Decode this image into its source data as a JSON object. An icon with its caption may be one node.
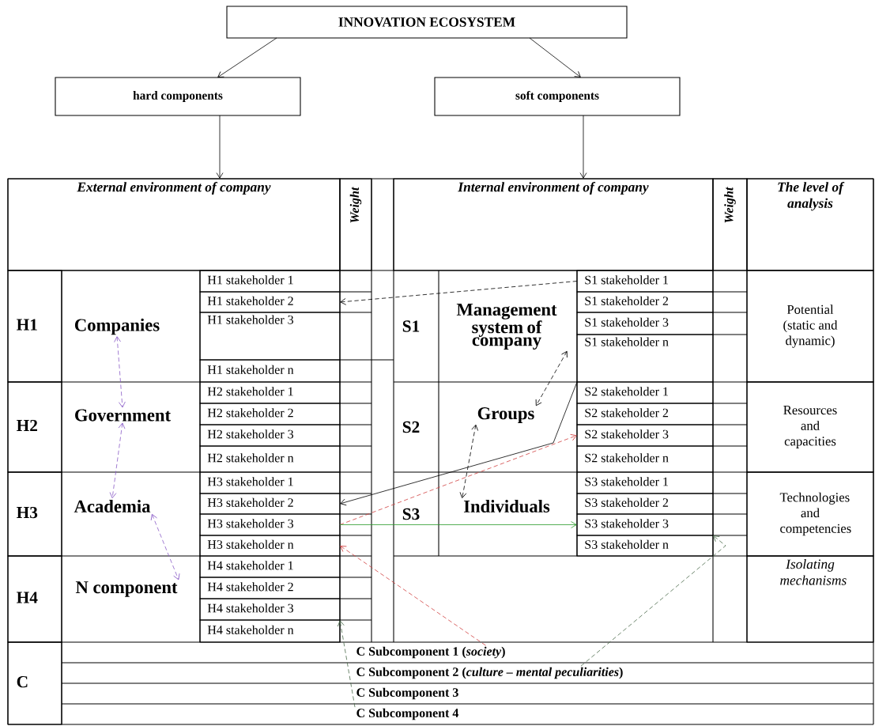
{
  "diagram": {
    "nodes": [
      {
        "text": [
          "INNOVATION ECOSYSTEM"
        ]
      },
      {
        "text": [
          "hard components"
        ]
      },
      {
        "text": [
          "soft components"
        ]
      },
      {
        "text": [
          "External environment of company"
        ]
      },
      {
        "text": [
          "Weight"
        ]
      },
      {
        "text": [
          "Internal environment of company"
        ]
      },
      {
        "text": [
          "Weight"
        ]
      },
      {
        "text": [
          "The level of analysis"
        ]
      },
      {
        "text": [
          "H1"
        ]
      },
      {
        "text": [
          "Companies"
        ]
      },
      {
        "text": [
          "H1 stakeholder 1"
        ]
      },
      {
        "text": [
          "H1 stakeholder 2"
        ]
      },
      {
        "text": [
          "H1 stakeholder 3"
        ]
      },
      {
        "text": [
          "H1 stakeholder n"
        ]
      },
      {
        "text": [
          "H2"
        ]
      },
      {
        "text": [
          "Government"
        ]
      },
      {
        "text": [
          "H2 stakeholder 1"
        ]
      },
      {
        "text": [
          "H2 stakeholder 2"
        ]
      },
      {
        "text": [
          "H2 stakeholder 3"
        ]
      },
      {
        "text": [
          "H2 stakeholder n"
        ]
      },
      {
        "text": [
          "H3"
        ]
      },
      {
        "text": [
          "Academia"
        ]
      },
      {
        "text": [
          "H3 stakeholder 1"
        ]
      },
      {
        "text": [
          "H3 stakeholder 2"
        ]
      },
      {
        "text": [
          "H3 stakeholder 3"
        ]
      },
      {
        "text": [
          "H3 stakeholder n"
        ]
      },
      {
        "text": [
          "H4"
        ]
      },
      {
        "text": [
          "N component"
        ]
      },
      {
        "text": [
          "H4 stakeholder 1"
        ]
      },
      {
        "text": [
          "H4 stakeholder 2"
        ]
      },
      {
        "text": [
          "H4 stakeholder 3"
        ]
      },
      {
        "text": [
          "H4 stakeholder n"
        ]
      },
      {
        "text": [
          "S1"
        ]
      },
      {
        "text": [
          "Management system of company"
        ]
      },
      {
        "text": [
          "S1 stakeholder 1"
        ]
      },
      {
        "text": [
          "S1 stakeholder 2"
        ]
      },
      {
        "text": [
          "S1 stakeholder 3"
        ]
      },
      {
        "text": [
          "S1 stakeholder n"
        ]
      },
      {
        "text": [
          "S2"
        ]
      },
      {
        "text": [
          "Groups"
        ]
      },
      {
        "text": [
          "S2 stakeholder 1"
        ]
      },
      {
        "text": [
          "S2 stakeholder 2"
        ]
      },
      {
        "text": [
          "S2 stakeholder 3"
        ]
      },
      {
        "text": [
          "S2 stakeholder n"
        ]
      },
      {
        "text": [
          "S3"
        ]
      },
      {
        "text": [
          "Individuals"
        ]
      },
      {
        "text": [
          "S3 stakeholder 1"
        ]
      },
      {
        "text": [
          "S3 stakeholder 2"
        ]
      },
      {
        "text": [
          "S3 stakeholder 3"
        ]
      },
      {
        "text": [
          "S3 stakeholder n"
        ]
      },
      {
        "text": [
          "Potential (static and dynamic)"
        ]
      },
      {
        "text": [
          "Resources and capacities"
        ]
      },
      {
        "text": [
          "Technologies and competencies"
        ]
      },
      {
        "text": [
          "Isolating mechanisms"
        ]
      },
      {
        "text": [
          "C"
        ]
      },
      {
        "text": [
          "C Subcomponent 1 (*society*)"
        ]
      },
      {
        "text": [
          "C Subcomponent 2 (*culture – mental peculiarities*)"
        ]
      },
      {
        "text": [
          "C Subcomponent 3"
        ]
      },
      {
        "text": [
          "C Subcomponent 4"
        ]
      }
    ],
    "edges": [
      {
        "from": 0,
        "to": 1,
        "arrow": "to"
      },
      {
        "from": 0,
        "to": 2,
        "arrow": "to"
      },
      {
        "from": 1,
        "to": 3,
        "arrow": "to"
      },
      {
        "from": 2,
        "to": 5,
        "arrow": "to"
      },
      {
        "from": 34,
        "to": 11,
        "arrow": "to",
        "style": "dashed"
      },
      {
        "from": 37,
        "to": 23,
        "arrow": "to"
      },
      {
        "from": 24,
        "to": 42,
        "arrow": "to",
        "style": "dashed",
        "color": "#d04040"
      },
      {
        "from": 24,
        "to": 48,
        "arrow": "to",
        "color": "#2a9a2a"
      },
      {
        "from": 55,
        "to": 25,
        "arrow": "to",
        "style": "dashed",
        "color": "#d04040"
      },
      {
        "from": 56,
        "to": 48,
        "arrow": "to",
        "style": "dashed",
        "color": "#4a6a4a"
      },
      {
        "from": 58,
        "to": 30,
        "arrow": "to",
        "style": "dashed",
        "color": "#4a6a4a"
      },
      {
        "from": 9,
        "to": 15,
        "arrow": "both",
        "style": "dashed",
        "color": "#8a5cc7"
      },
      {
        "from": 15,
        "to": 21,
        "arrow": "both",
        "style": "dashed",
        "color": "#8a5cc7"
      },
      {
        "from": 21,
        "to": 27,
        "arrow": "both",
        "style": "dashed",
        "color": "#8a5cc7"
      },
      {
        "from": 33,
        "to": 39,
        "arrow": "both",
        "style": "dashed"
      },
      {
        "from": 39,
        "to": 45,
        "arrow": "both",
        "style": "dashed"
      }
    ]
  }
}
